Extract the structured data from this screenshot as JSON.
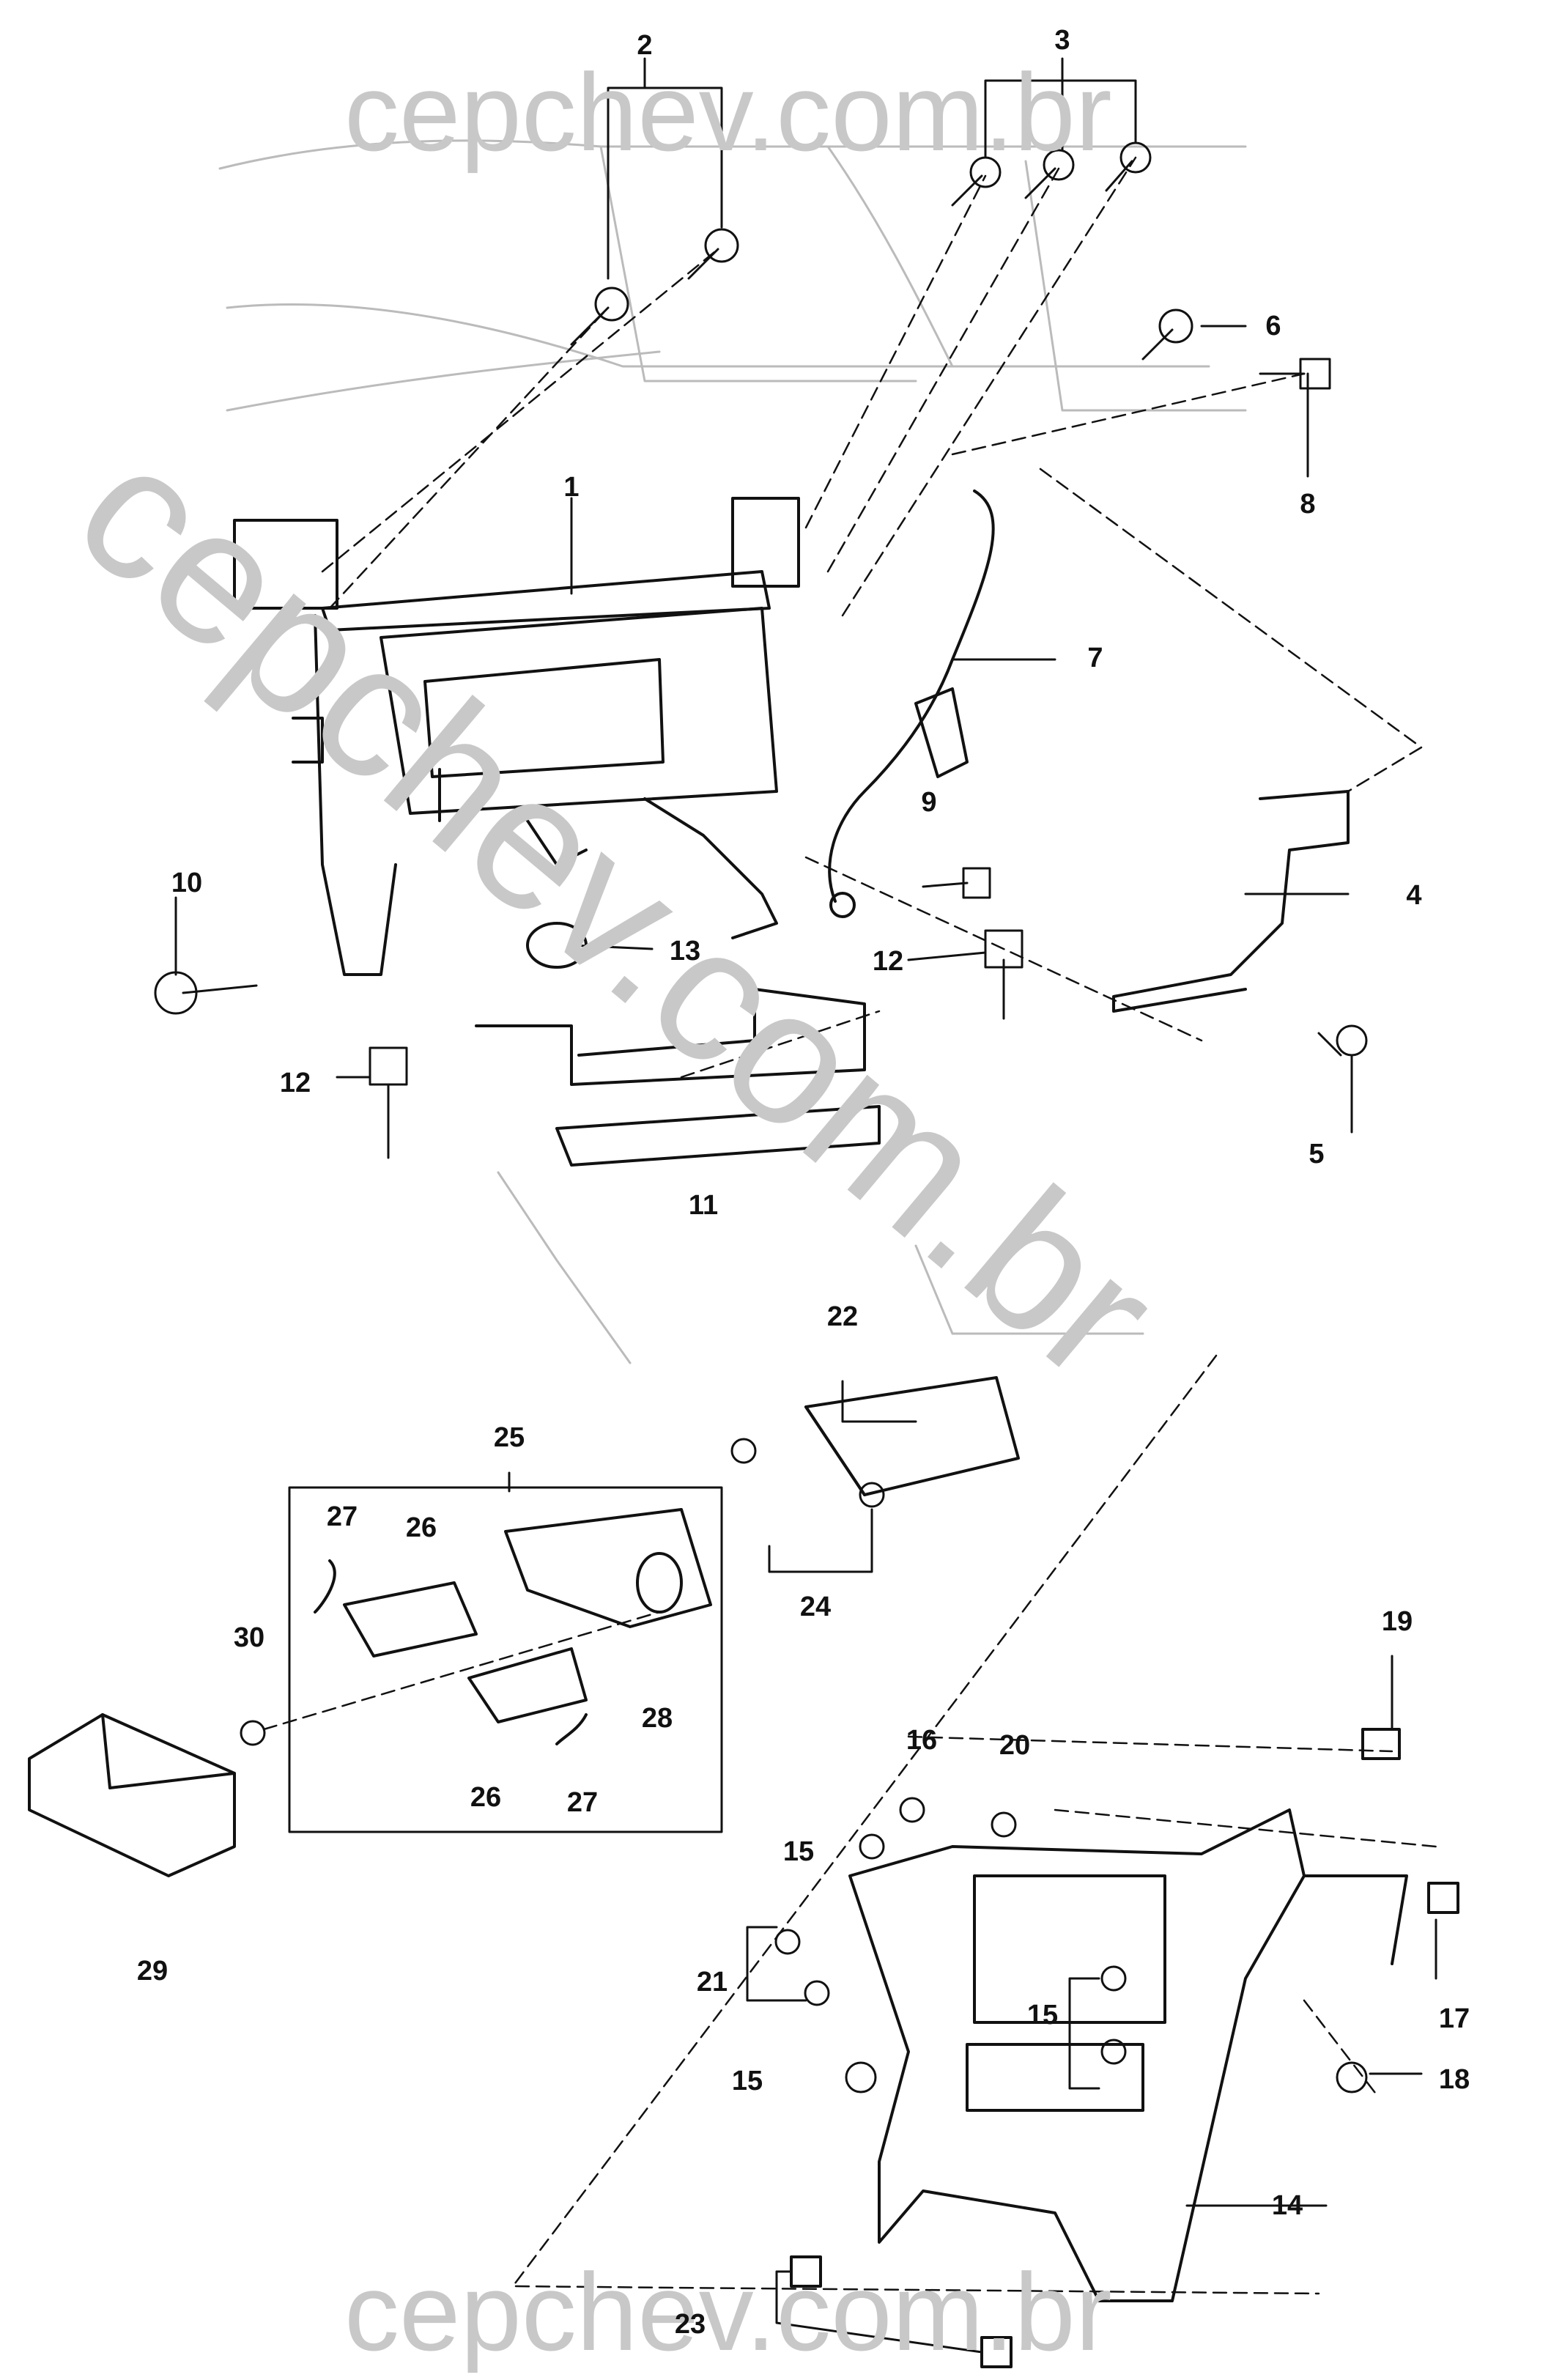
{
  "watermark": {
    "top": "cepchev.com.br",
    "diagonal": "cepchev.com.br",
    "bottom": "cepchev.com.br"
  },
  "callouts": {
    "c1": "1",
    "c2": "2",
    "c3": "3",
    "c4": "4",
    "c5": "5",
    "c6": "6",
    "c7": "7",
    "c8": "8",
    "c9": "9",
    "c10": "10",
    "c11": "11",
    "c12a": "12",
    "c12b": "12",
    "c13": "13",
    "c14": "14",
    "c15a": "15",
    "c15b": "15",
    "c15c": "15",
    "c16": "16",
    "c17": "17",
    "c18": "18",
    "c19": "19",
    "c20": "20",
    "c21": "21",
    "c22": "22",
    "c23": "23",
    "c24": "24",
    "c25": "25",
    "c26a": "26",
    "c26b": "26",
    "c27a": "27",
    "c27b": "27",
    "c28": "28",
    "c29": "29",
    "c30": "30"
  }
}
